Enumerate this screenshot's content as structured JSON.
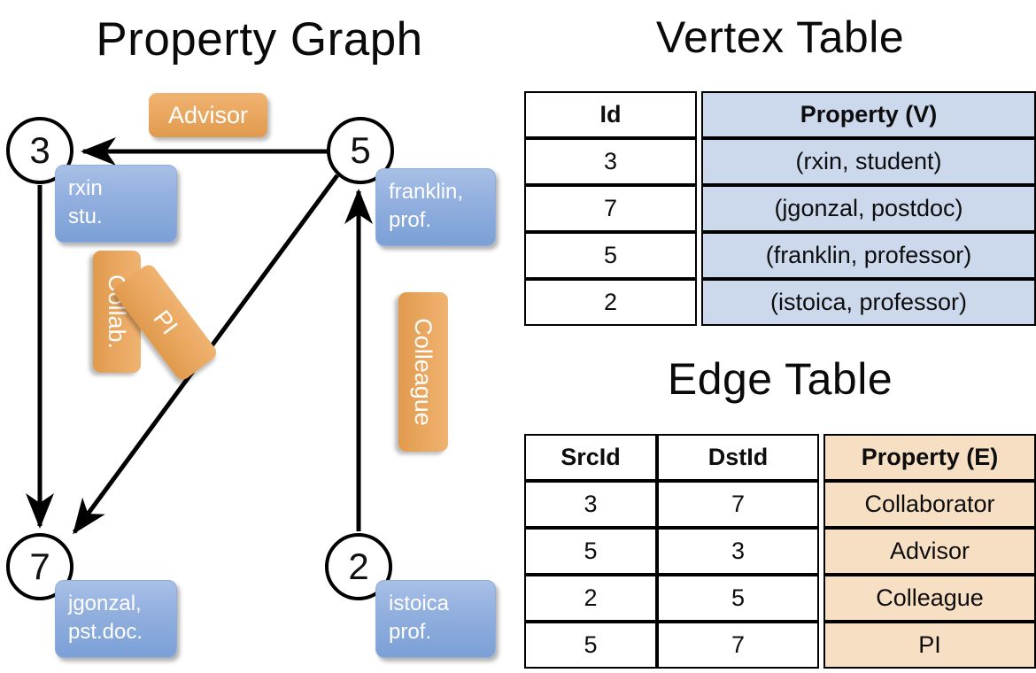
{
  "titles": {
    "property_graph": "Property Graph",
    "vertex_table": "Vertex Table",
    "edge_table": "Edge Table"
  },
  "colors": {
    "vertex_box_blue": "#93b0df",
    "edge_label_orange": "#eaa861",
    "vertex_table_cell": "#ccd9ed",
    "edge_table_cell": "#f7dfc4",
    "stroke": "#000000",
    "background": "#ffffff"
  },
  "graph": {
    "nodes": [
      {
        "id": "3",
        "label": "3",
        "property_line1": "rxin",
        "property_line2": "stu."
      },
      {
        "id": "5",
        "label": "5",
        "property_line1": "franklin,",
        "property_line2": "prof."
      },
      {
        "id": "7",
        "label": "7",
        "property_line1": "jgonzal,",
        "property_line2": "pst.doc."
      },
      {
        "id": "2",
        "label": "2",
        "property_line1": "istoica",
        "property_line2": "prof."
      }
    ],
    "edge_labels": [
      {
        "name": "advisor",
        "text": "Advisor",
        "from": "5",
        "to": "3"
      },
      {
        "name": "collab",
        "text": "Collab.",
        "from": "3",
        "to": "7"
      },
      {
        "name": "pi",
        "text": "PI",
        "from": "5",
        "to": "7"
      },
      {
        "name": "colleague",
        "text": "Colleague",
        "from": "2",
        "to": "5"
      }
    ]
  },
  "vertex_table": {
    "headers": [
      "Id",
      "Property (V)"
    ],
    "rows": [
      {
        "id": "3",
        "property": "(rxin, student)"
      },
      {
        "id": "7",
        "property": "(jgonzal, postdoc)"
      },
      {
        "id": "5",
        "property": "(franklin, professor)"
      },
      {
        "id": "2",
        "property": "(istoica, professor)"
      }
    ]
  },
  "edge_table": {
    "headers": [
      "SrcId",
      "DstId",
      "Property (E)"
    ],
    "rows": [
      {
        "src": "3",
        "dst": "7",
        "property": "Collaborator"
      },
      {
        "src": "5",
        "dst": "3",
        "property": "Advisor"
      },
      {
        "src": "2",
        "dst": "5",
        "property": "Colleague"
      },
      {
        "src": "5",
        "dst": "7",
        "property": "PI"
      }
    ]
  }
}
